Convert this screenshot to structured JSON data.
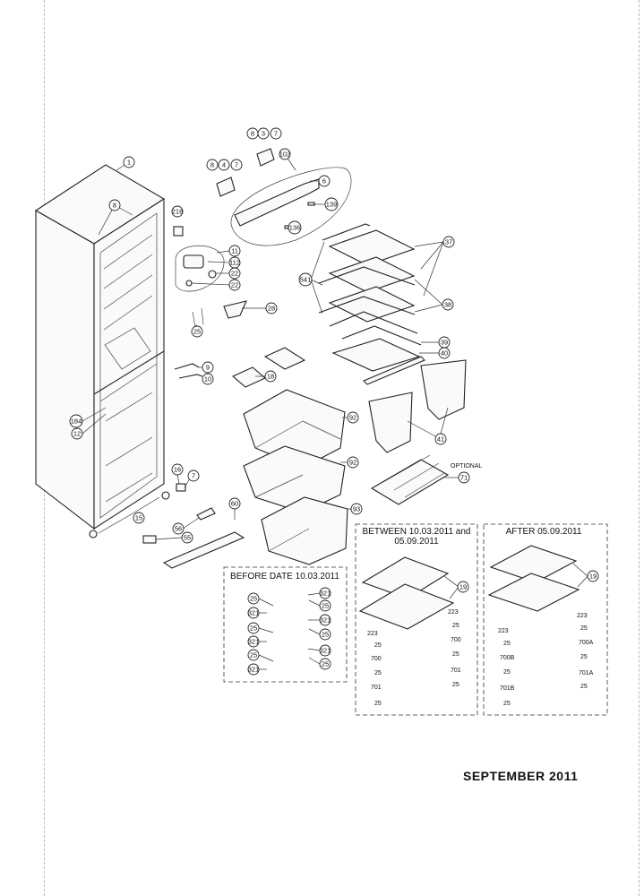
{
  "callouts": {
    "c1": "1",
    "c8a": "8",
    "c3a": "3",
    "c7a": "7",
    "c102": "102",
    "c8b": "8",
    "c4": "4",
    "c7b": "7",
    "c6": "6",
    "c8c": "8",
    "c218": "218",
    "c139": "139",
    "c136": "136",
    "c37": "37",
    "c541": "541",
    "c38": "38",
    "c11": "11",
    "c112": "112",
    "c22a": "22",
    "c22b": "22",
    "c28": "28",
    "c25": "25",
    "c39": "39",
    "c40": "40",
    "c9": "9",
    "c10": "10",
    "c18": "18",
    "c184": "184",
    "c12": "12",
    "c92a": "92",
    "c41": "41",
    "c92b": "92",
    "c16": "16",
    "c7c": "7",
    "c71": "71",
    "c15": "15",
    "c60": "60",
    "c93": "93",
    "c56": "56",
    "c55": "55"
  },
  "optional_label": "OPTIONAL",
  "boxes": {
    "before": {
      "title": "BEFORE DATE 10.03.2011",
      "pairs": [
        {
          "a": "25",
          "b": "321"
        },
        {
          "a": "321",
          "b": "25"
        },
        {
          "a": "25",
          "b": "321"
        },
        {
          "a": "321",
          "b": "25"
        },
        {
          "a": "25",
          "b": "321"
        },
        {
          "a": "321",
          "b": "25"
        }
      ]
    },
    "between": {
      "title_line1": "BETWEEN 10.03.2011 and",
      "title_line2": "05.09.2011",
      "shelf_callout": "19",
      "left_parts": [
        "223",
        "25",
        "700",
        "25",
        "701",
        "25"
      ],
      "right_parts": [
        "223",
        "25",
        "700",
        "25",
        "701",
        "25"
      ]
    },
    "after": {
      "title": "AFTER 05.09.2011",
      "shelf_callout": "19",
      "left_parts": [
        "223",
        "25",
        "700B",
        "25",
        "701B",
        "25"
      ],
      "right_parts": [
        "223",
        "25",
        "700A",
        "25",
        "701A",
        "25"
      ]
    }
  },
  "footer_date": "SEPTEMBER 2011"
}
